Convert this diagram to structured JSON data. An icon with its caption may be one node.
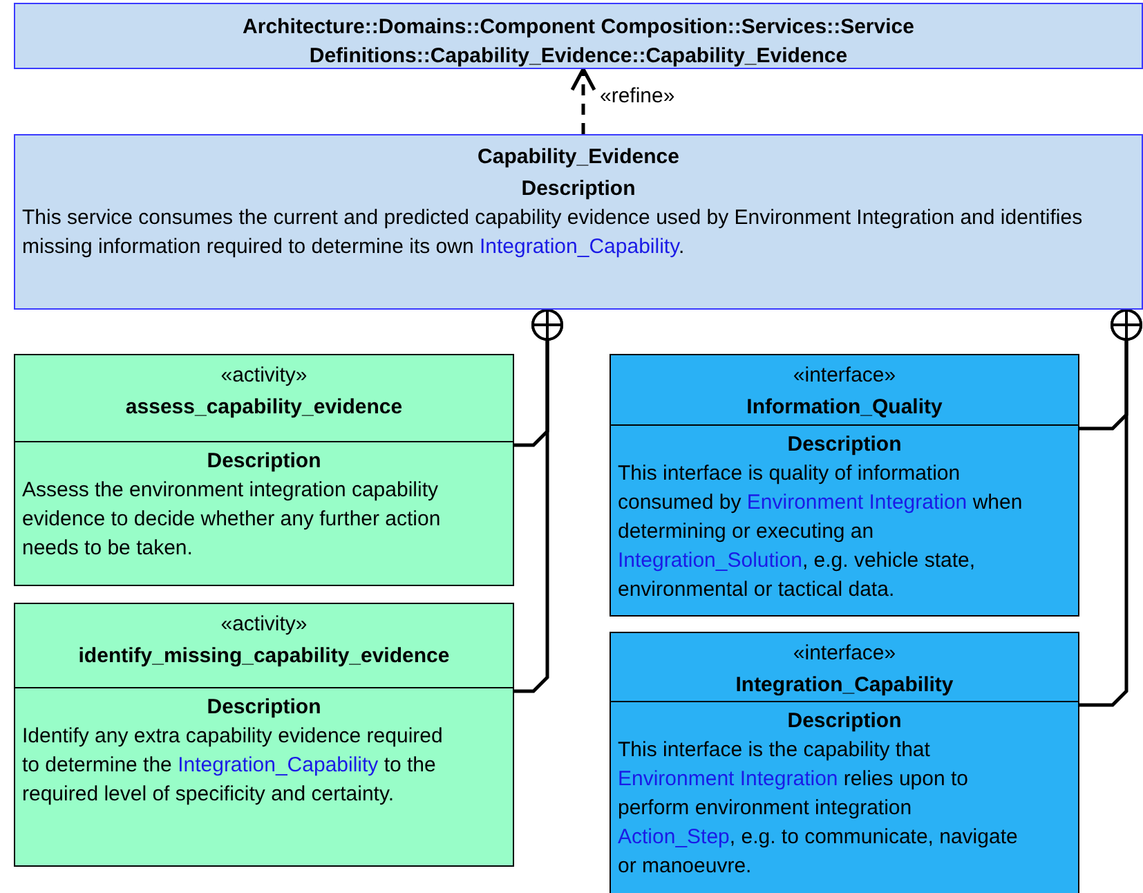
{
  "diagram": {
    "nodes": [
      {
        "text": [
          "Architecture::Domains::Component Composition::Services::Service Definitions::Capability_Evidence::Capability_Evidence"
        ]
      },
      {
        "text": [
          "Capability_Evidence",
          "Description",
          "This service consumes the current and predicted capability evidence used by Environment Integration and identifies missing information required to determine its own *Integration_Capability*."
        ]
      },
      {
        "text": [
          "«activity»",
          "assess_capability_evidence",
          "Description",
          "Assess the environment integration capability evidence to decide whether any further action needs to be taken."
        ]
      },
      {
        "text": [
          "«activity»",
          "identify_missing_capability_evidence",
          "Description",
          "Identify any extra capability evidence required to determine the *Integration_Capability* to the required level of specificity and certainty."
        ]
      },
      {
        "text": [
          "«interface»",
          "Information_Quality",
          "Description",
          "This interface is quality of information consumed by *Environment Integration* when determining or executing an *Integration_Solution*, e.g. vehicle state, environmental or tactical data."
        ]
      },
      {
        "text": [
          "«interface»",
          "Integration_Capability",
          "Description",
          "This interface is the capability that *Environment Integration* relies upon to perform environment integration *Action_Step*, e.g. to communicate, navigate or manoeuvre."
        ]
      }
    ],
    "edges": [
      {
        "from": 1,
        "to": 0,
        "arrow": "to",
        "label": "«refine»",
        "style": "dashed"
      },
      {
        "from": 2,
        "to": 1,
        "arrow": "other"
      },
      {
        "from": 3,
        "to": 1,
        "arrow": "other"
      },
      {
        "from": 4,
        "to": 1,
        "arrow": "other"
      },
      {
        "from": 5,
        "to": 1,
        "arrow": "other"
      }
    ]
  }
}
